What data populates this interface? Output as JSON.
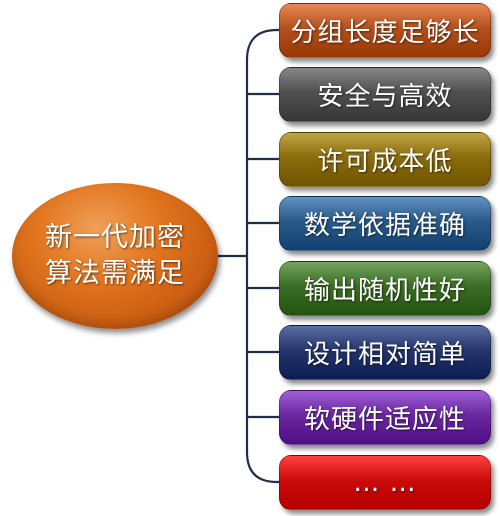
{
  "center": {
    "label": "新一代加密算法需满足"
  },
  "nodes": [
    {
      "label": "分组长度足够长",
      "color": "#b2501e"
    },
    {
      "label": "安全与高效",
      "color": "#505050"
    },
    {
      "label": "许可成本低",
      "color": "#8a6d0d"
    },
    {
      "label": "数学依据准确",
      "color": "#2a5a8a"
    },
    {
      "label": "输出随机性好",
      "color": "#3c6d26"
    },
    {
      "label": "设计相对简单",
      "color": "#25366c"
    },
    {
      "label": "软硬件适应性",
      "color": "#6a28a0"
    },
    {
      "label": "…  …",
      "color": "#cc0a0a"
    }
  ],
  "connector_color": "#1f2f4a"
}
